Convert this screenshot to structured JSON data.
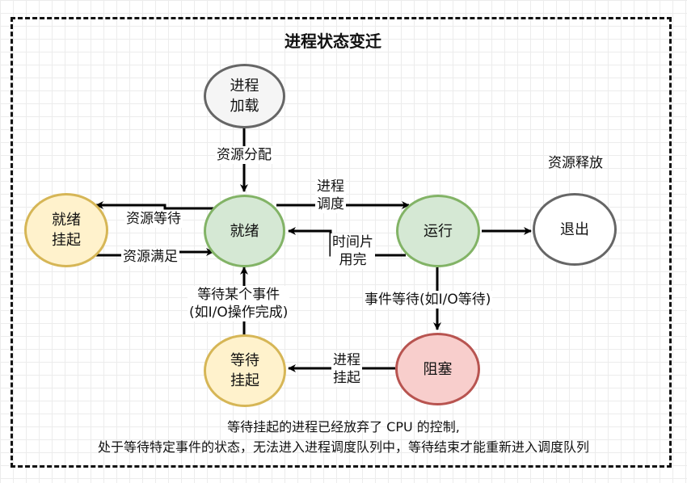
{
  "title": "进程状态变迁",
  "nodes": {
    "load": "进程\n加载",
    "ready": "就绪",
    "run": "运行",
    "exit": "退出",
    "ready_suspend": "就绪\n挂起",
    "blocked": "阻塞",
    "wait_suspend": "等待\n挂起"
  },
  "edge_labels": {
    "alloc": "资源分配",
    "schedule": "进程\n调度",
    "timeslice": "时间片\n用完",
    "res_wait": "资源等待",
    "res_ok": "资源满足",
    "event_wait": "事件等待(如I/O等待)",
    "suspend": "进程\n挂起",
    "event_done": "等待某个事件\n(如I/O操作完成)"
  },
  "release_label": "资源释放",
  "footnote": {
    "line1": "等待挂起的进程已经放弃了 CPU 的控制,",
    "line2": "处于等待特定事件的状态，无法进入进程调度队列中，等待结束才能重新进入调度队列"
  }
}
